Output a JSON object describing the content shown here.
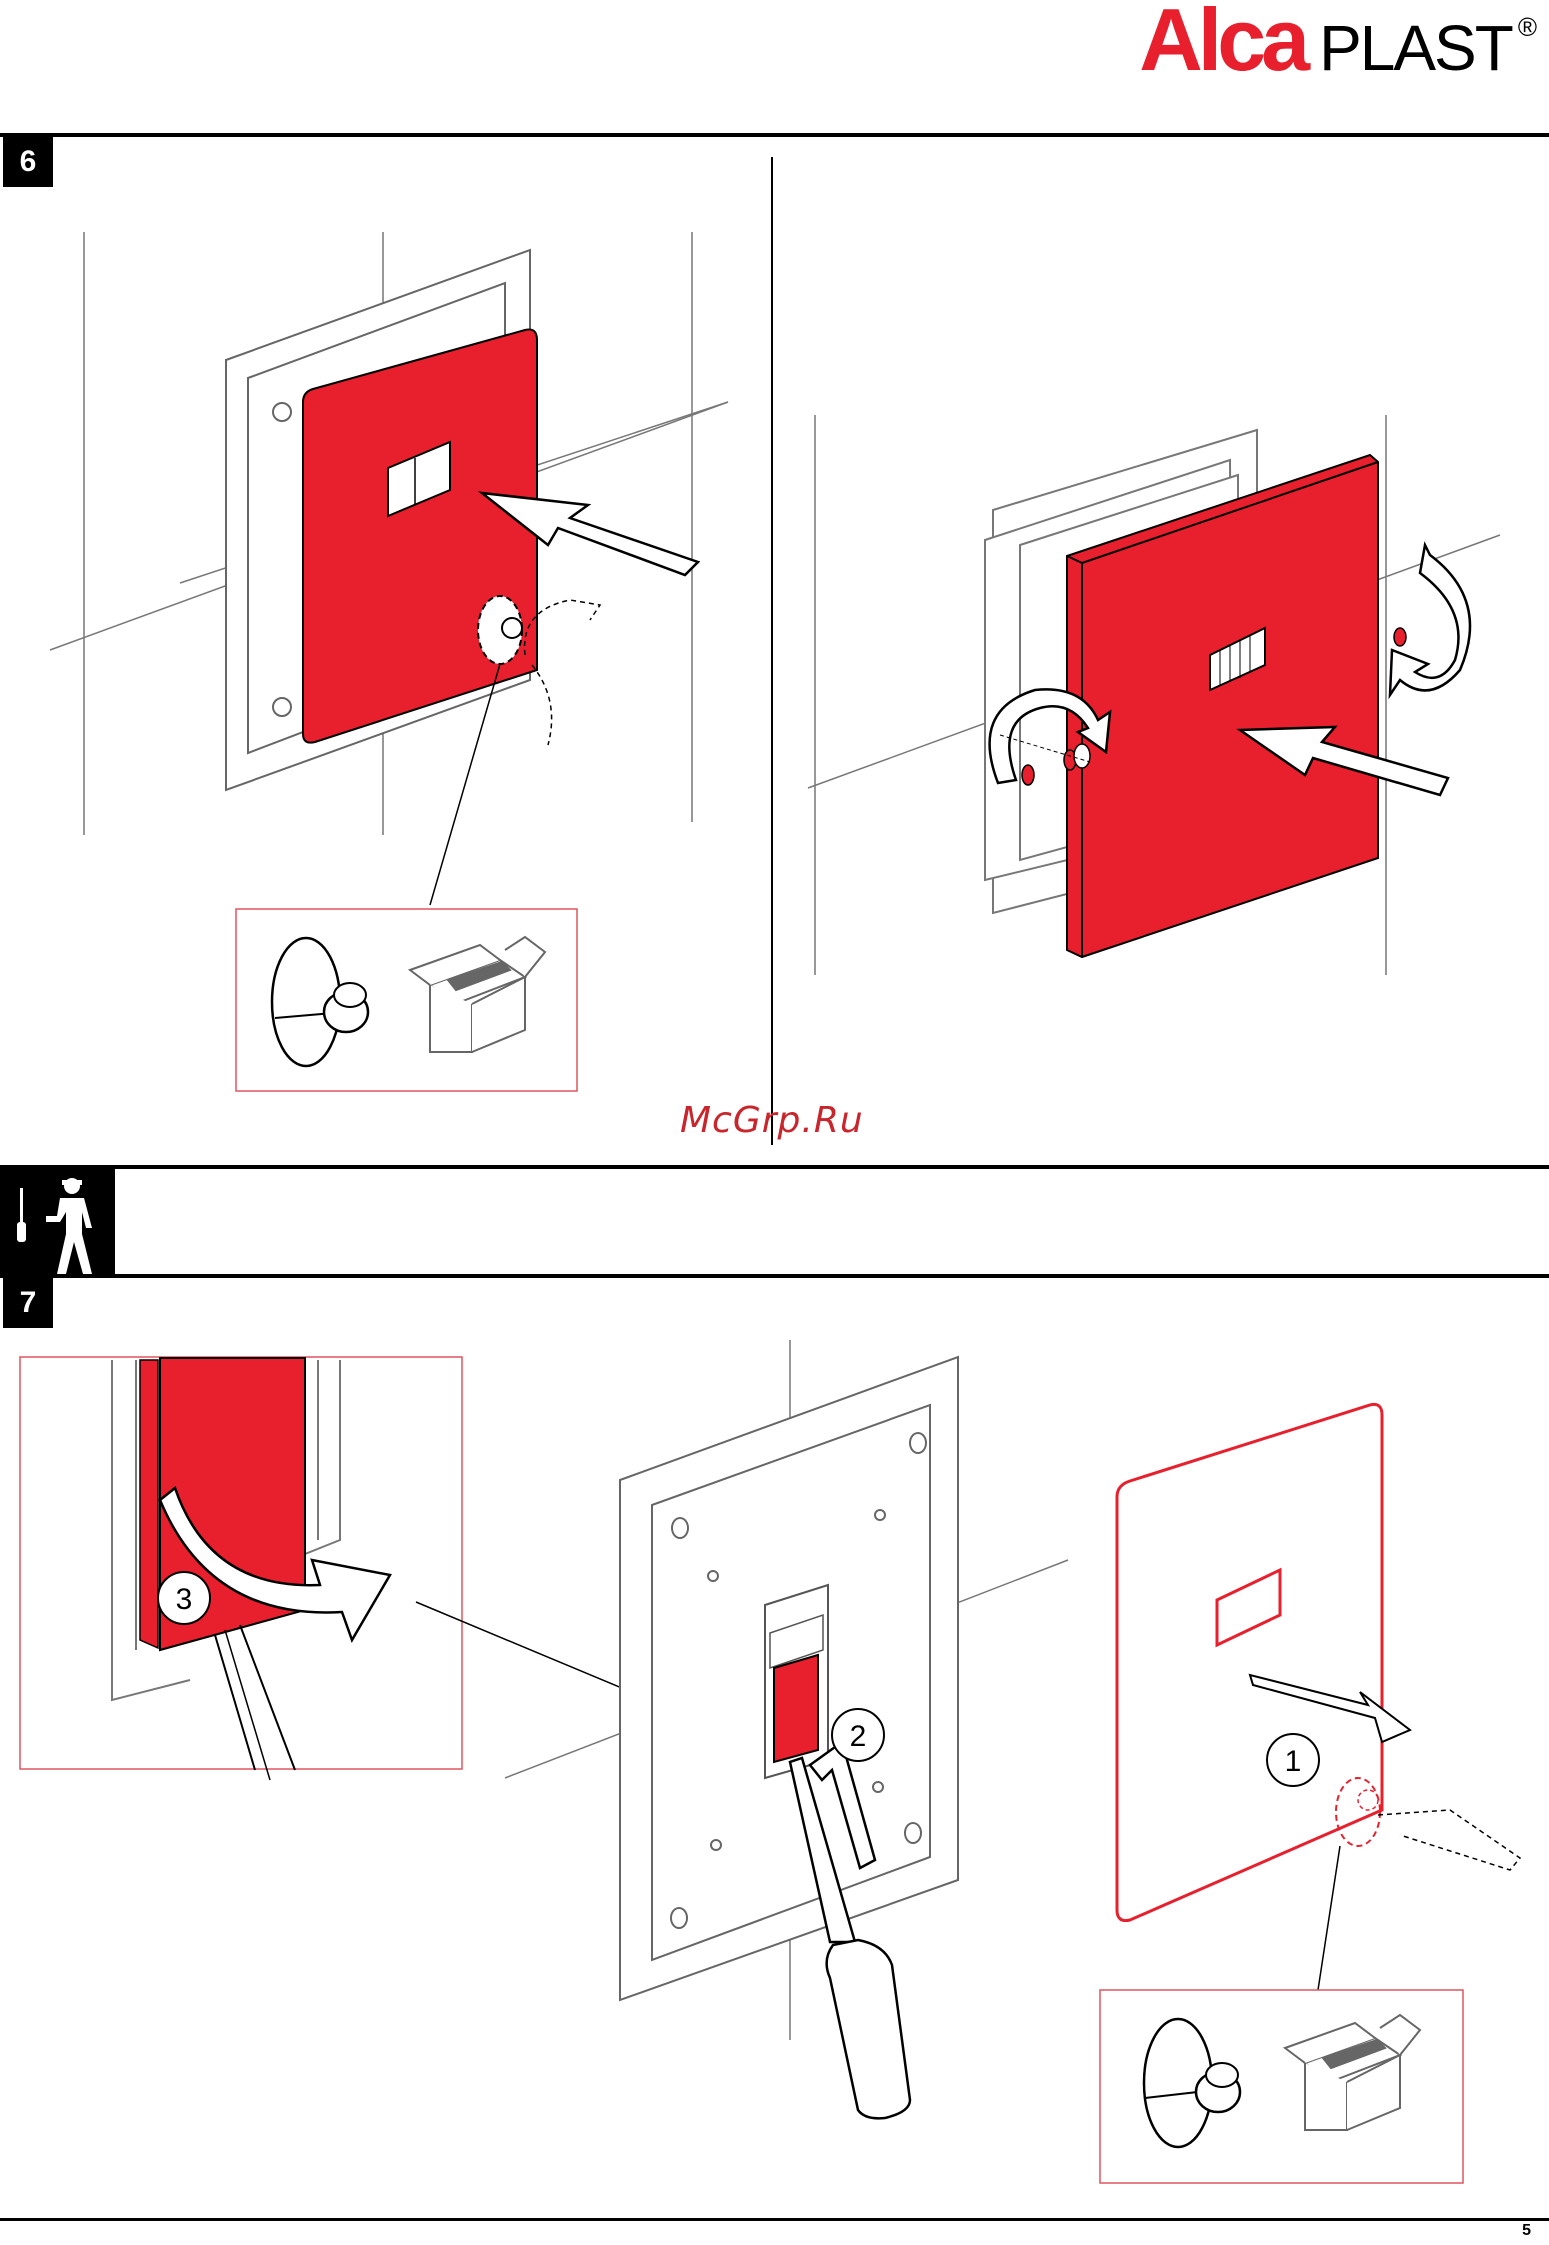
{
  "brand": {
    "alca": "Alca",
    "plast": "PLAST",
    "reg": "®"
  },
  "steps": {
    "six": "6",
    "seven": "7"
  },
  "callouts": {
    "one": "1",
    "two": "2",
    "three": "3"
  },
  "watermark": "McGrp.Ru",
  "page_number": "5",
  "colors": {
    "accent": "#e8202e",
    "line": "#555555",
    "detail_box": "#e05560"
  },
  "icons": [
    "installer-with-screwdriver-icon",
    "suction-cup-icon",
    "package-box-icon"
  ]
}
